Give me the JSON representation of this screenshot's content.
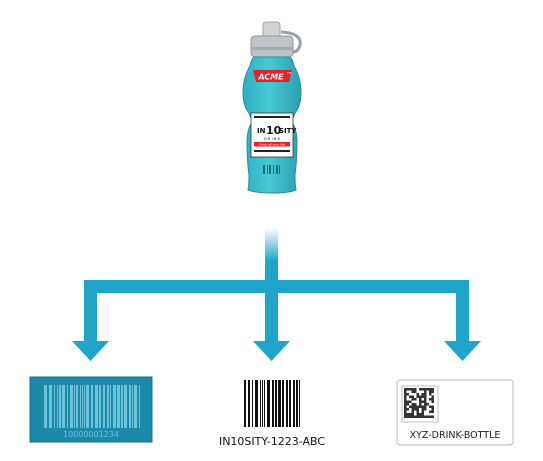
{
  "bottle": {
    "brand": "ACME",
    "brand_tm": "TM",
    "label_top": "IN",
    "label_num": "10",
    "label_rest": "SITY",
    "label_sub": "D R I N K",
    "label_tag": "Drink all your life"
  },
  "codes": [
    {
      "kind": "linear-barcode-tag",
      "text": "10000001234"
    },
    {
      "kind": "barcode",
      "text": "IN10SITY-1223-ABC"
    },
    {
      "kind": "data-matrix",
      "text": "XYZ-DRINK-BOTTLE"
    }
  ],
  "colors": {
    "flow": "#1ea5c8",
    "bottle_body": "#3fc2cf",
    "bottle_dark": "#2a9fb0",
    "tag_fill": "#1d89a8",
    "brand_red": "#e3232a"
  }
}
